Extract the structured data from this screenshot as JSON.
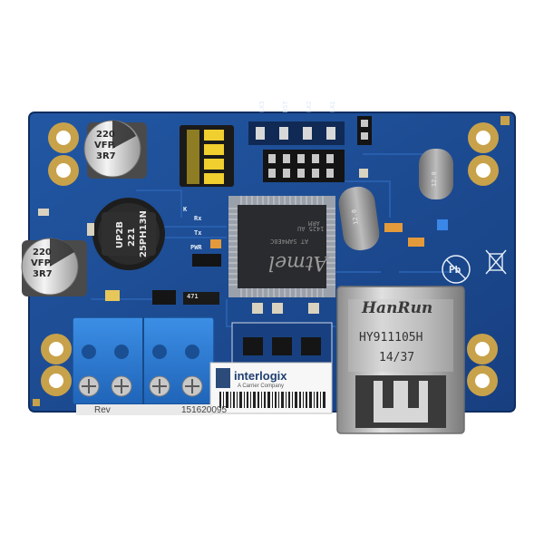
{
  "board": {
    "colors": {
      "pcb": "#1e4d95",
      "pcb_dark": "#163b78",
      "gold": "#c8a24a",
      "terminal": "#2f7fd6",
      "dip": "#f0cf2e"
    }
  },
  "capacitors": [
    {
      "line1": "220",
      "line2": "VFP.",
      "line3": "3R7"
    },
    {
      "line1": "220",
      "line2": "VFP.",
      "line3": "3R7"
    }
  ],
  "inductor": {
    "line1": "UP2B",
    "line2": "221",
    "line3": "25PH13N"
  },
  "mcu": {
    "logo": "Atmel",
    "part": "AT SAM4E8C",
    "line": "ARM",
    "code": "1425 AU"
  },
  "crystals": [
    {
      "label": "12.0"
    },
    {
      "label": "12.0"
    }
  ],
  "silkscreen": {
    "lk_labels": [
      "LK3",
      "RST",
      "LK2",
      "LK1"
    ],
    "rx": "Rx",
    "tx": "Tx",
    "k": "K",
    "pwr": "PWR",
    "resistor": "471",
    "pb": "Pb"
  },
  "rj45": {
    "brand": "HanRun",
    "model": "HY911105H",
    "date": "14/37"
  },
  "sticker": {
    "brand": "interlogix",
    "sub": "A Carrier Company",
    "serial": "151620095",
    "rev": "Rev"
  }
}
